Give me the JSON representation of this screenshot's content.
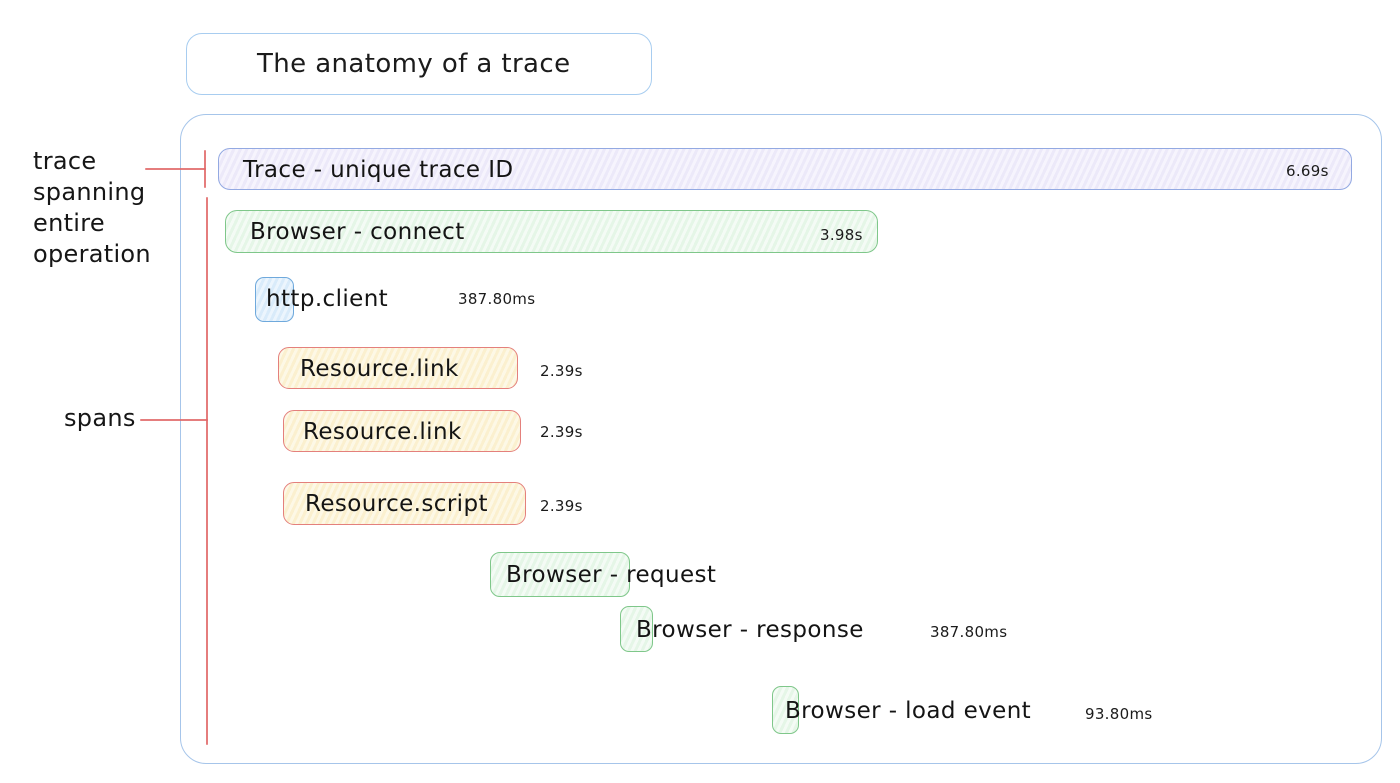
{
  "title": "The anatomy of a trace",
  "annotations": {
    "trace_label": "trace\nspanning\nentire\noperation",
    "spans_label": "spans"
  },
  "colors": {
    "container_border": "#a6c5ea",
    "annotation_line": "#e06666",
    "trace_fill": "#ece9f9",
    "trace_border": "#93a9e2",
    "browser_fill": "#e5f6e7",
    "browser_border": "#7fc78a",
    "http_fill": "#d9ebfa",
    "http_border": "#6fa9dc",
    "resource_fill": "#fbf0cf",
    "resource_border": "#e4807c",
    "text": "#1b1b1b"
  },
  "spans": [
    {
      "name": "trace",
      "label": "Trace - unique trace ID",
      "duration": "6.69s"
    },
    {
      "name": "browser-connect",
      "label": "Browser - connect",
      "duration": "3.98s"
    },
    {
      "name": "http-client",
      "label": "http.client",
      "duration": "387.80ms"
    },
    {
      "name": "resource-link-1",
      "label": "Resource.link",
      "duration": "2.39s"
    },
    {
      "name": "resource-link-2",
      "label": "Resource.link",
      "duration": "2.39s"
    },
    {
      "name": "resource-script",
      "label": "Resource.script",
      "duration": "2.39s"
    },
    {
      "name": "browser-request",
      "label": "Browser - request",
      "duration": ""
    },
    {
      "name": "browser-response",
      "label": "Browser - response",
      "duration": "387.80ms"
    },
    {
      "name": "browser-load-event",
      "label": "Browser - load event",
      "duration": "93.80ms"
    }
  ]
}
